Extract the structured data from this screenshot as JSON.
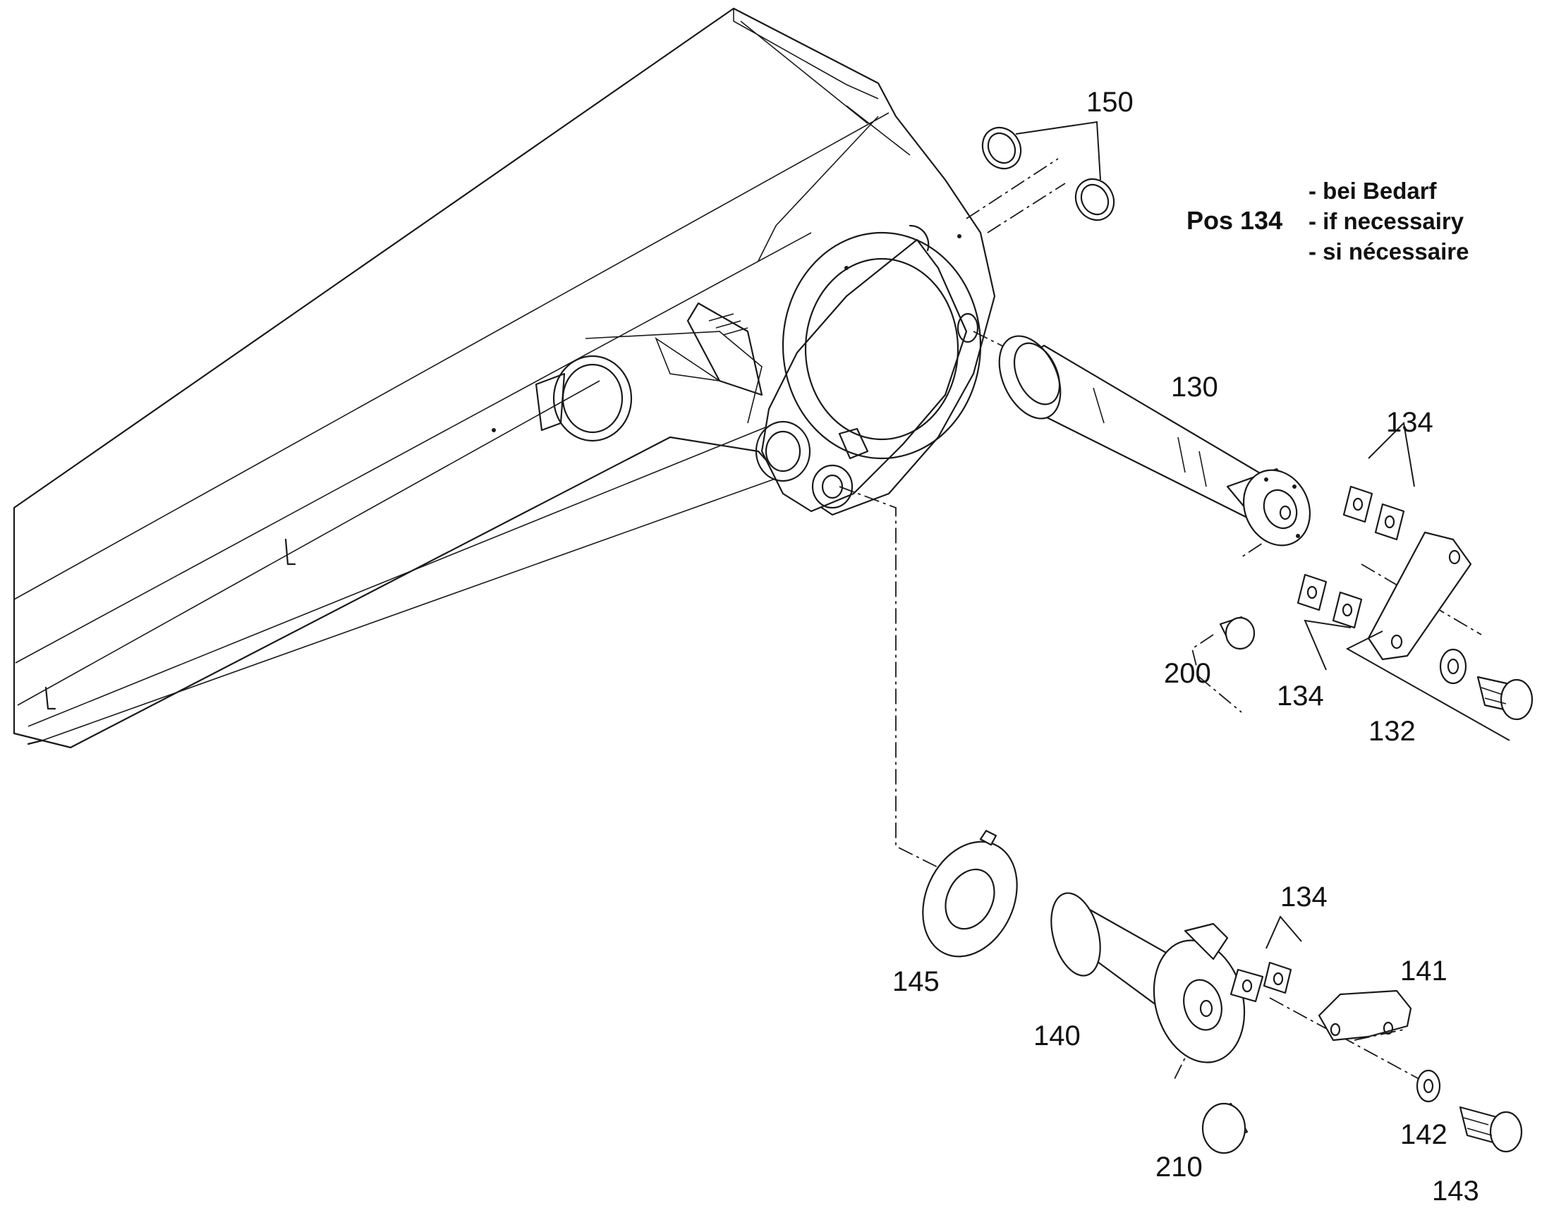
{
  "labels": {
    "p150": "150",
    "p130": "130",
    "p134a": "134",
    "p134b": "134",
    "p134c": "134",
    "p200": "200",
    "p132": "132",
    "p145": "145",
    "p140": "140",
    "p141": "141",
    "p142": "142",
    "p143": "143",
    "p210": "210"
  },
  "note": {
    "title": "Pos 134",
    "line_de": "- bei Bedarf",
    "line_en": "- if necessairy",
    "line_fr": "- si nécessaire"
  }
}
